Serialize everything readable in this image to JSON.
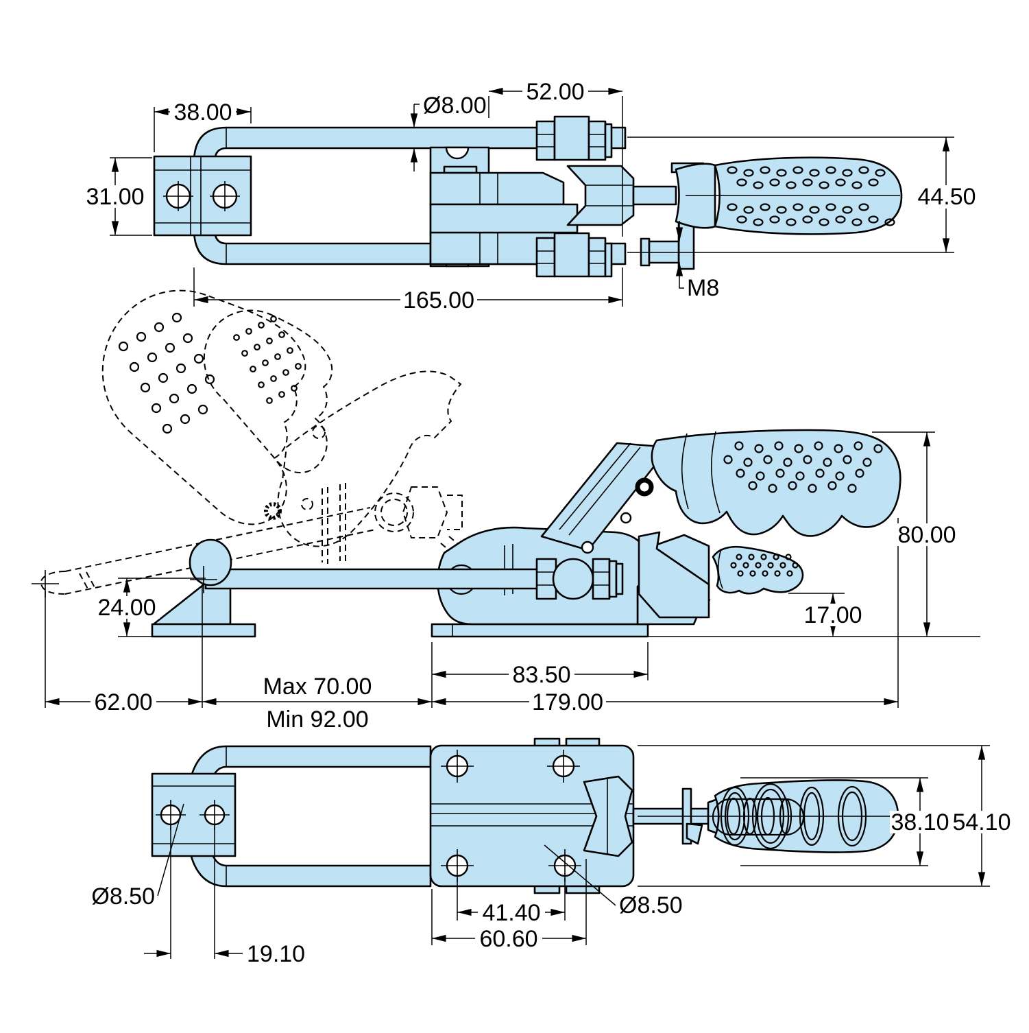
{
  "drawing": {
    "title": "latch-type-toggle-clamp-dimensioned-drawing",
    "background": "#ffffff",
    "part_fill": "#bfe2f4",
    "line_color": "#000000",
    "views": {
      "top": {
        "dims": {
          "bracket_width": "38.00",
          "bracket_height": "31.00",
          "rod_diameter": "Ø8.00",
          "spindle_length": "52.00",
          "handle_diameter": "44.50",
          "latch_length": "165.00",
          "thread_size": "M8"
        }
      },
      "side": {
        "dims": {
          "catch_height": "24.00",
          "open_reach": "62.00",
          "hook_max": "Max 70.00",
          "hook_min": "Min 92.00",
          "overall_length": "179.00",
          "base_length": "83.50",
          "trigger_clearance": "17.00",
          "overall_height": "80.00"
        }
      },
      "bottom": {
        "dims": {
          "bracket_hole_diameter": "Ø8.50",
          "bracket_hole_spacing": "19.10",
          "base_hole_spacing": "41.40",
          "base_hole_offset": "60.60",
          "base_hole_diameter": "Ø8.50",
          "handle_width": "38.10",
          "base_width": "54.10"
        }
      }
    }
  }
}
